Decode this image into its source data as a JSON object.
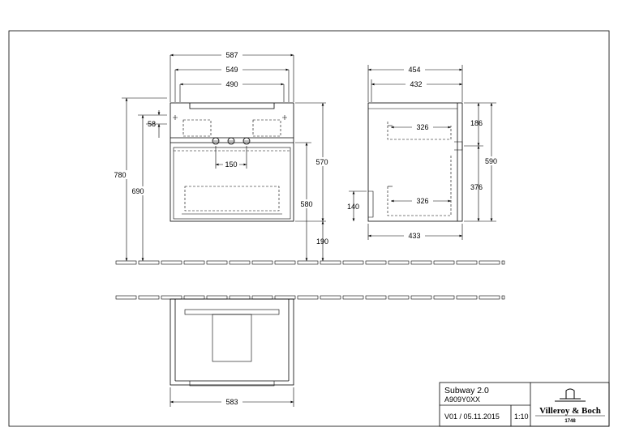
{
  "front_view": {
    "width_overall": "587",
    "width_inner": "549",
    "width_handle": "490",
    "hole_spacing": "150",
    "hole_offset": "58",
    "height_overall": "780",
    "height_mid": "690",
    "height_cabinet": "570",
    "height_lower": "580",
    "floor_gap": "190"
  },
  "side_view": {
    "depth_overall": "454",
    "depth_inner": "432",
    "drawer_depth_top": "326",
    "drawer_depth_bottom": "326",
    "depth_bottom": "433",
    "height_upper": "186",
    "height_total": "590",
    "height_lower": "376",
    "plinth_height": "140"
  },
  "top_view": {
    "width": "583"
  },
  "title_block": {
    "product": "Subway 2.0",
    "code": "A909Y0XX",
    "version": "V01 / 05.11.2015",
    "scale": "1:10",
    "brand": "Villeroy & Boch",
    "brand_year": "1748"
  }
}
